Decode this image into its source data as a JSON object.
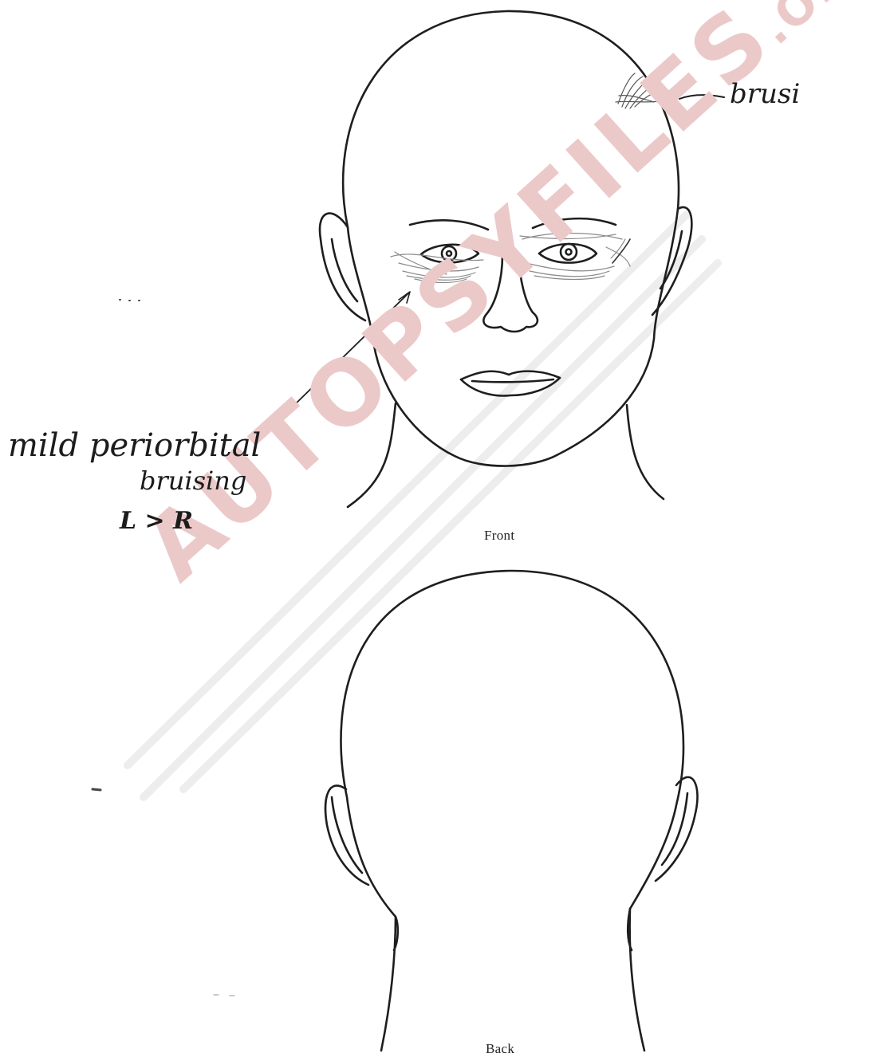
{
  "labels": {
    "front": "Front",
    "back": "Back"
  },
  "annotations": {
    "scalp_note": "brusi",
    "periorbital_line1": "mild periorbital",
    "periorbital_line2": "bruising",
    "laterality": "L > R"
  },
  "watermark": {
    "main": "AUTOPSYFILES",
    "suffix": ".ORG"
  },
  "colors": {
    "outline": "#1e1e1e",
    "bruise_shading": "#8a8a8a",
    "watermark": "#ecc9c9",
    "ghost_watermark": "#ececec"
  }
}
